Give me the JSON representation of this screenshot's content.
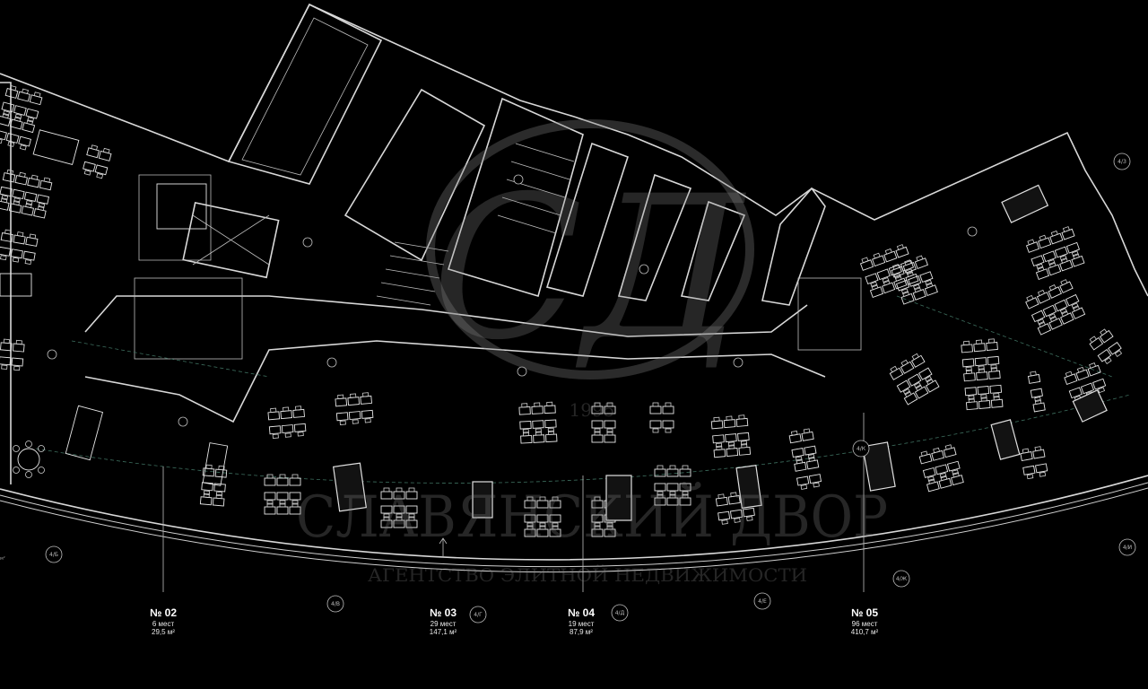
{
  "watermark": {
    "company": "СЛАВЯНСКИЙ ДВОР",
    "subtitle": "АГЕНТСТВО ЭЛИТНОЙ НЕДВИЖИМОСТИ",
    "year": "1995",
    "monogram": "СД"
  },
  "offices": [
    {
      "number": "№ 02",
      "seats": "6 мест",
      "area": "29,5 м²"
    },
    {
      "number": "№ 03",
      "seats": "29 мест",
      "area": "147,1 м²"
    },
    {
      "number": "№ 04",
      "seats": "19 мест",
      "area": "87,9 м²"
    },
    {
      "number": "№ 05",
      "seats": "96 мест",
      "area": "410,7 м²"
    }
  ],
  "partial_label": {
    "area_suffix": "м²"
  },
  "axis_markers": [
    "4/Б",
    "4/В",
    "4/Г",
    "4/Д",
    "4/Е",
    "4/Ж",
    "4/З",
    "4/И",
    "4/К"
  ],
  "colors": {
    "background": "#000000",
    "lines": "#d8d8d8",
    "watermark": "#8a8a8a"
  }
}
